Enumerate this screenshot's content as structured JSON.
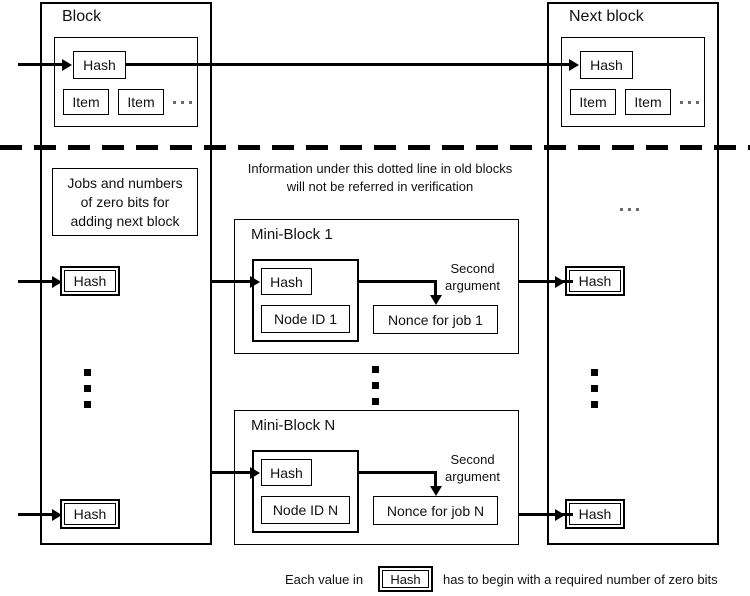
{
  "diagram": {
    "title_block": "Block",
    "title_next_block": "Next block",
    "separator_note_line1": "Information under this dotted line in old blocks",
    "separator_note_line2": "will not be referred in verification",
    "jobs_note_line1": "Jobs and numbers",
    "jobs_note_line2": "of zero bits for",
    "jobs_note_line3": "adding next block",
    "hash_label": "Hash",
    "item_label": "Item",
    "ellipsis": "…",
    "mini_block_1": {
      "title": "Mini-Block 1",
      "hash_label": "Hash",
      "node_id_label": "Node ID 1",
      "nonce_label": "Nonce for job 1",
      "second_arg_line1": "Second",
      "second_arg_line2": "argument"
    },
    "mini_block_n": {
      "title": "Mini-Block N",
      "hash_label": "Hash",
      "node_id_label": "Node ID N",
      "nonce_label": "Nonce for job N",
      "second_arg_line1": "Second",
      "second_arg_line2": "argument"
    },
    "caption": {
      "prefix": "Each value in",
      "hash_label": "Hash",
      "suffix": "has to begin with a required number of zero bits"
    },
    "colors": {
      "stroke": "#000000",
      "background": "#ffffff",
      "text": "#111111",
      "dot_light": "#6a6a6a"
    }
  }
}
